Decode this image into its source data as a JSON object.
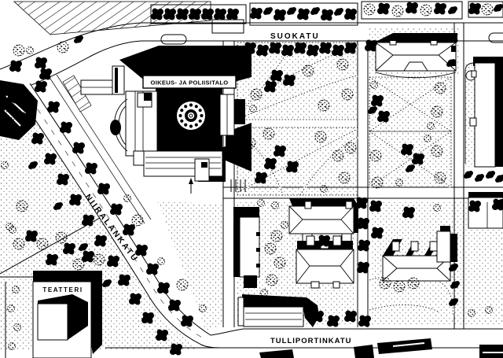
{
  "map": {
    "type": "architectural-site-plan",
    "streets": {
      "suokatu": "SUOKATU",
      "niiralankatu": "NIIRALANKATU",
      "tulliportinkatu": "TULLIPORTINKATU"
    },
    "buildings": {
      "courthouse": "OIKEUS- JA POLIISITALO",
      "theatre": "TEATTERI"
    },
    "colors": {
      "ink": "#000000",
      "paper": "#ffffff"
    }
  }
}
